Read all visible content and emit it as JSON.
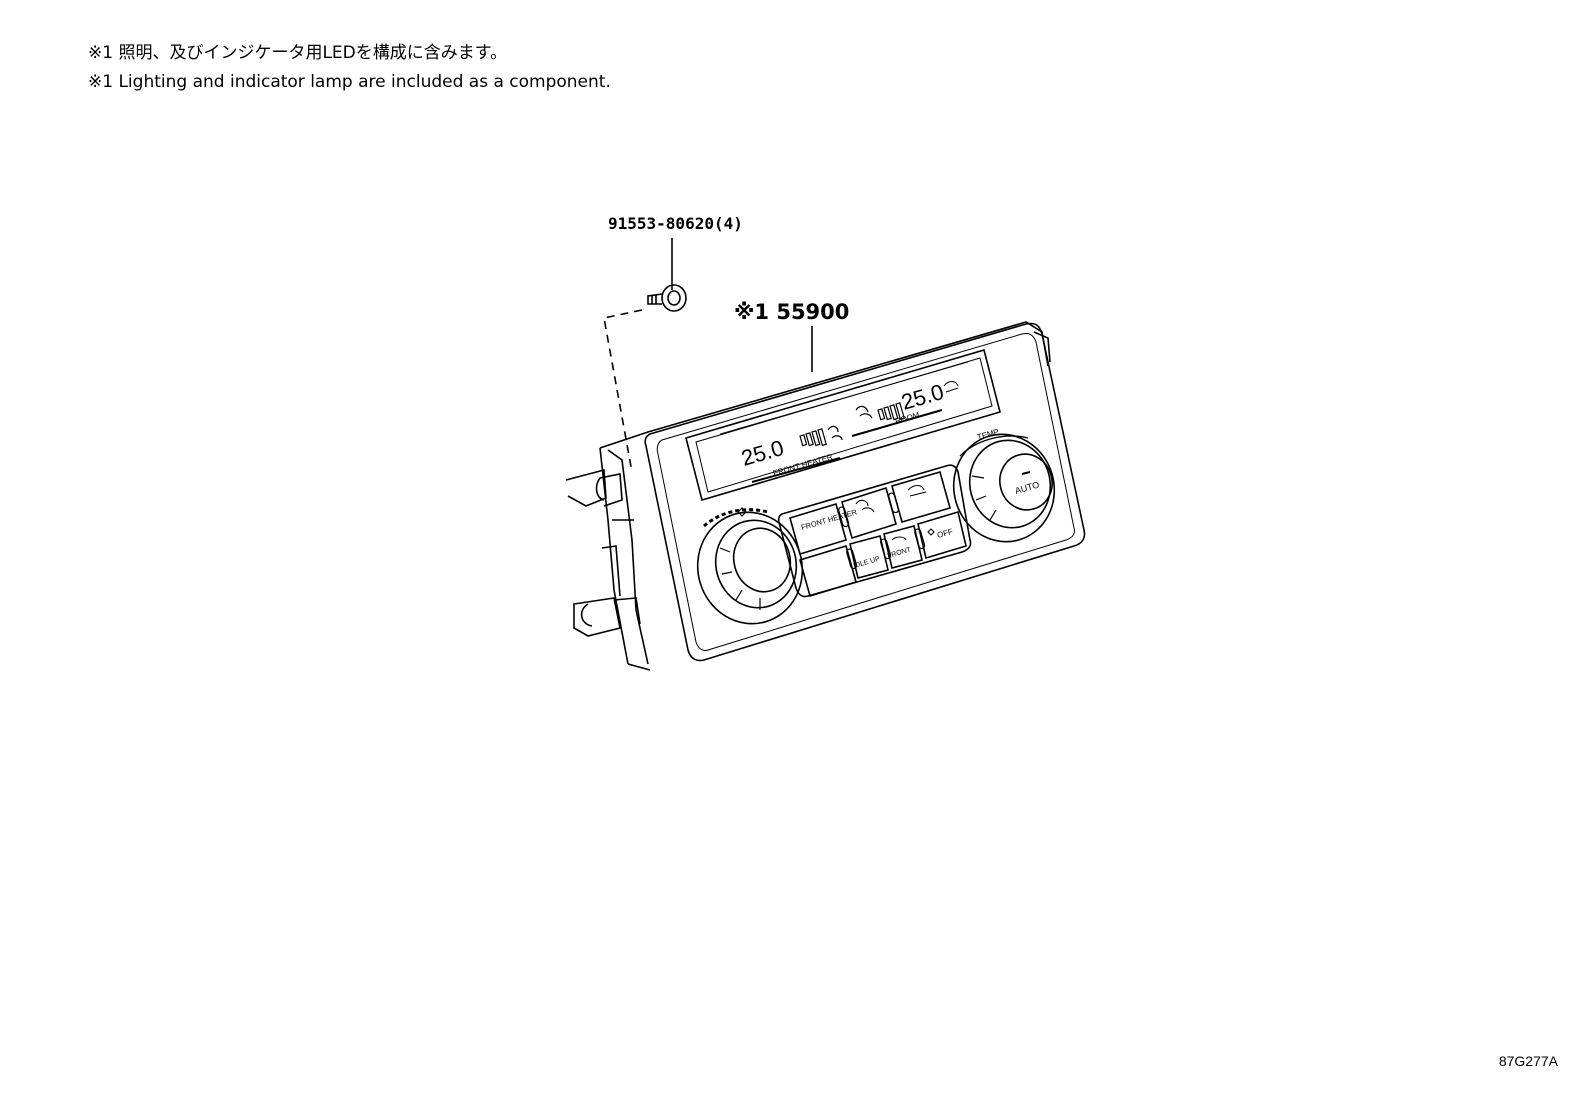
{
  "notes": {
    "japanese": "※1 照明、及びインジケータ用LEDを構成に含みます。",
    "english": "※1 Lighting and indicator lamp are included as a component."
  },
  "callouts": {
    "bolt_part": "91553-80620(4)",
    "unit_part": "※1 55900"
  },
  "panel": {
    "left_temp": "25.0",
    "right_temp": "25.0",
    "front_heater_caption": "FRONT HEATER",
    "room_caption": "ROOM",
    "temp_caption": "TEMP",
    "auto_label": "AUTO",
    "front_heater_button": "FRONT HEATER",
    "idle_up_button": "IDLE UP",
    "front_button": "FRONT",
    "off_button": "OFF"
  },
  "reference_code": "87G277A"
}
